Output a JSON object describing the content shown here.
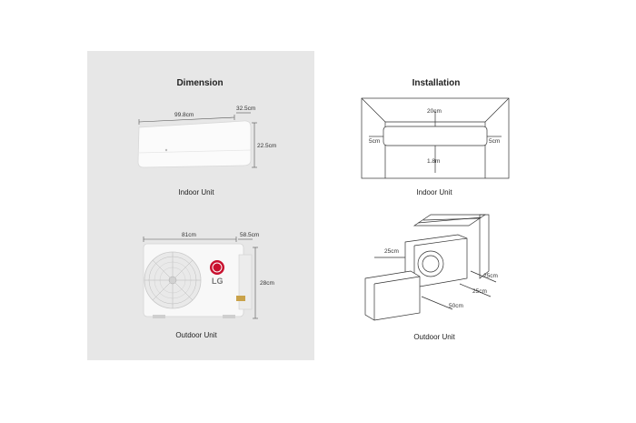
{
  "dimension": {
    "title": "Dimension",
    "indoor": {
      "caption": "Indoor Unit",
      "width": "99.8cm",
      "depth": "32.5cm",
      "height": "22.5cm"
    },
    "outdoor": {
      "caption": "Outdoor Unit",
      "width": "81cm",
      "depth": "58.5cm",
      "height": "28cm",
      "logo": "LG"
    }
  },
  "installation": {
    "title": "Installation",
    "indoor": {
      "caption": "Indoor Unit",
      "top": "20cm",
      "left": "5cm",
      "right": "5cm",
      "bottom": "1.8m"
    },
    "outdoor": {
      "caption": "Outdoor Unit",
      "back": "25cm",
      "side": "25cm",
      "side2": "25cm",
      "front": "50cm"
    }
  },
  "colors": {
    "panel": "#e7e7e7",
    "logo": "#c8102e"
  }
}
